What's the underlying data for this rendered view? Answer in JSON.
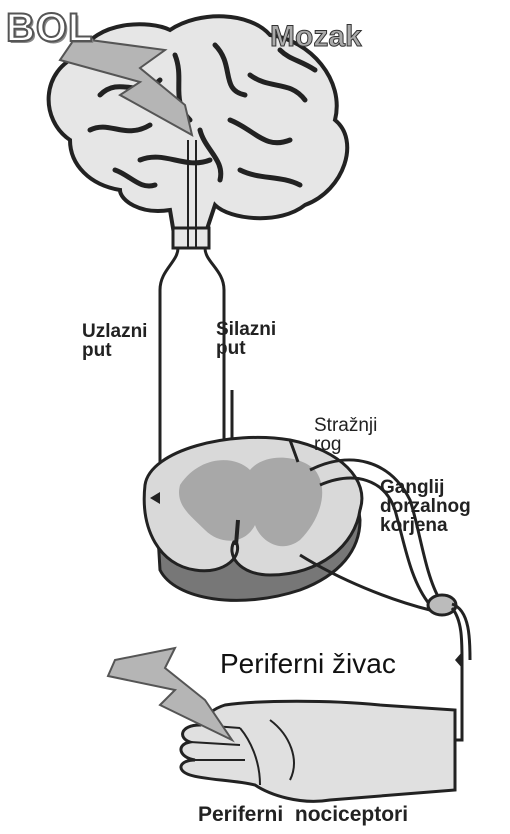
{
  "labels": {
    "bol": "BOL",
    "mozak": "Mozak",
    "uzlazni_put": "Uzlazni\nput",
    "silazni_put": "Silazni\nput",
    "straznji_rog": "Stražnji\nrog",
    "ganglij": "Ganglij\ndorzalnog\nkorjena",
    "periferni_zivac": "Periferni živac",
    "periferni_nociceptori": "Periferni  nociceptori"
  },
  "colors": {
    "outline": "#222222",
    "brain_fill": "#e6e6e6",
    "cord_fill": "#d9d9d9",
    "grey_matter": "#a8a8a8",
    "lightning": "#b5b5b5"
  }
}
